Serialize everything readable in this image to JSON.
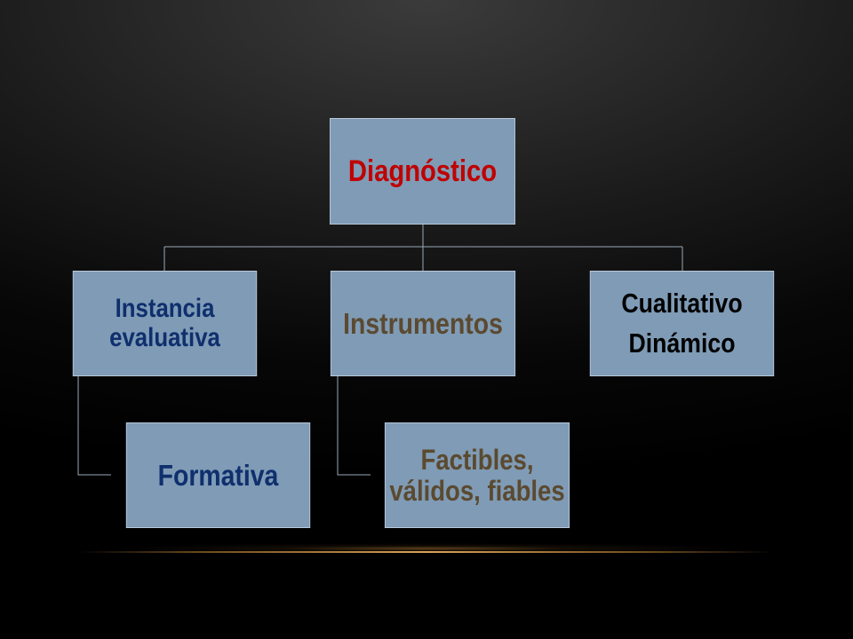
{
  "diagram": {
    "root": {
      "label": "Diagnóstico",
      "color": "#c00000"
    },
    "branches": [
      {
        "id": "instancia",
        "lines": [
          "Instancia",
          "evaluativa"
        ],
        "color": "#0f2f6d",
        "child": {
          "lines": [
            "Formativa"
          ],
          "color": "#0f2f6d"
        }
      },
      {
        "id": "instrumentos",
        "lines": [
          "Instrumentos"
        ],
        "color": "#5b4a30",
        "child": {
          "lines": [
            "Factibles,",
            "válidos, fiables"
          ],
          "color": "#5b4a30"
        }
      },
      {
        "id": "cualitativo",
        "lines": [
          "Cualitativo",
          "Dinámico"
        ],
        "color": "#000000"
      }
    ],
    "box_fill": "#7f9bb6",
    "connector_color": "#9aa8b6"
  }
}
